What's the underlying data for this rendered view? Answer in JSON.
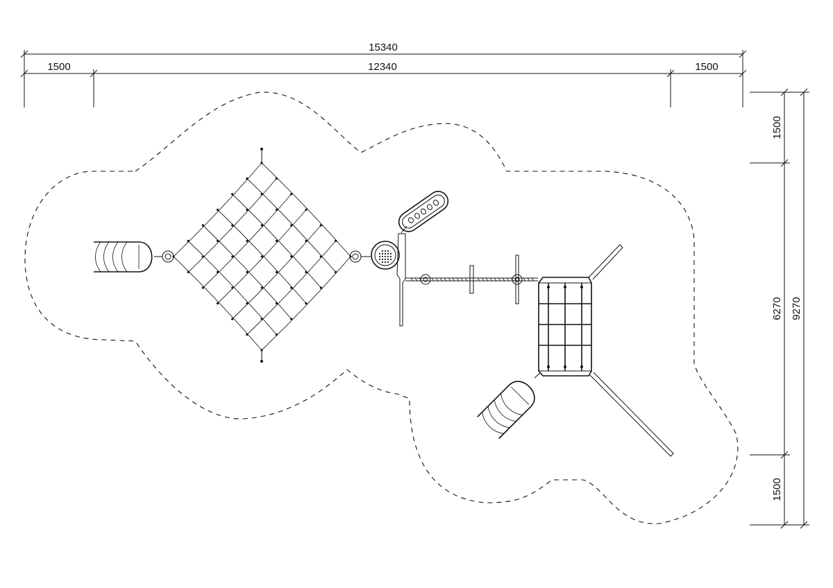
{
  "dimensions": {
    "overall_width": "15340",
    "left_margin": "1500",
    "inner_width": "12340",
    "right_margin": "1500",
    "top_margin": "1500",
    "inner_height": "6270",
    "overall_height": "9270",
    "bottom_margin": "1500"
  },
  "colors": {
    "line": "#111111",
    "background": "#ffffff"
  }
}
